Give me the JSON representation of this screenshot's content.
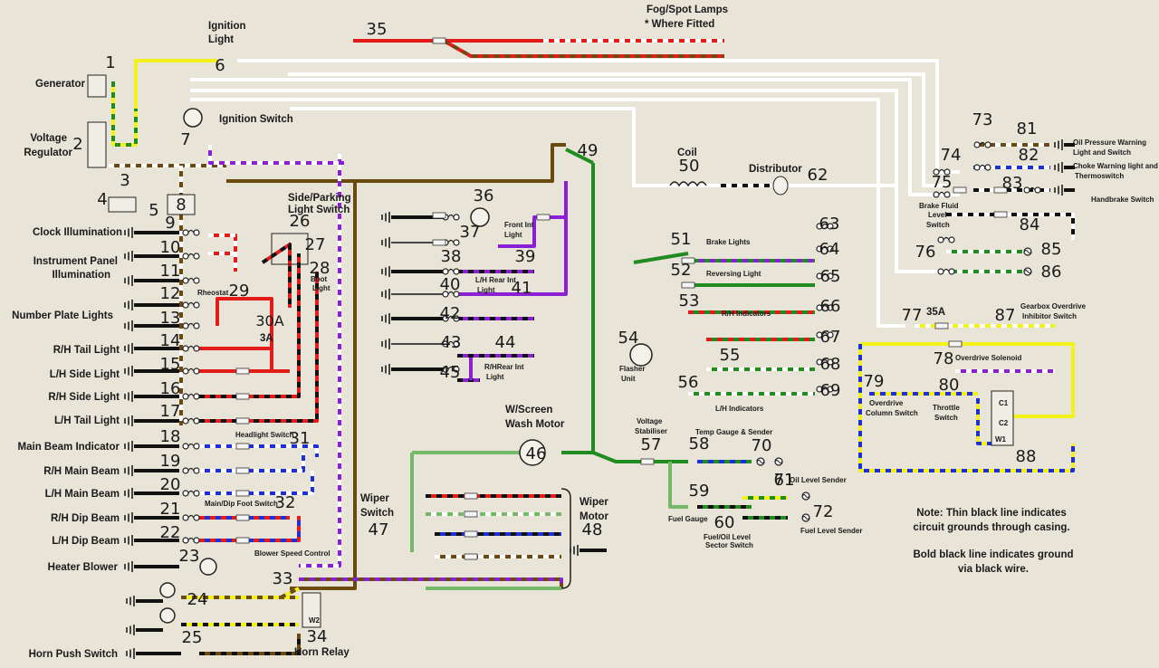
{
  "title_fog": "Fog/Spot Lamps",
  "title_fog_note": "* Where Fitted",
  "note": {
    "line1": "Note: Thin black line indicates",
    "line2": "circuit grounds through casing.",
    "line3": "Bold black line indicates ground",
    "line4": "via black wire."
  },
  "colors": {
    "red": "#e31b1b",
    "white": "#ffffff",
    "green": "#1e8c1e",
    "lightgreen": "#76b86a",
    "purple": "#8a1fd6",
    "brown": "#6b4a12",
    "blue": "#1f2fd6",
    "yellow": "#f2f21a",
    "black": "#111111",
    "paper": "#e8e4d8"
  },
  "left_labels": [
    {
      "id": "generator",
      "text": "Generator"
    },
    {
      "id": "voltage-regulator-1",
      "text": "Voltage"
    },
    {
      "id": "voltage-regulator-2",
      "text": "Regulator"
    },
    {
      "id": "clock",
      "text": "Clock Illumination"
    },
    {
      "id": "instrument-1",
      "text": "Instrument Panel"
    },
    {
      "id": "instrument-2",
      "text": "Illumination"
    },
    {
      "id": "number-plate",
      "text": "Number Plate Lights"
    },
    {
      "id": "rh-tail",
      "text": "R/H Tail Light"
    },
    {
      "id": "lh-side",
      "text": "L/H Side Light"
    },
    {
      "id": "rh-side",
      "text": "R/H Side Light"
    },
    {
      "id": "lh-tail",
      "text": "L/H Tail Light"
    },
    {
      "id": "main-beam-ind",
      "text": "Main Beam Indicator"
    },
    {
      "id": "rh-main",
      "text": "R/H Main Beam"
    },
    {
      "id": "lh-main",
      "text": "L/H Main Beam"
    },
    {
      "id": "rh-dip",
      "text": "R/H Dip Beam"
    },
    {
      "id": "lh-dip",
      "text": "L/H Dip Beam"
    },
    {
      "id": "heater",
      "text": "Heater Blower"
    },
    {
      "id": "horn-push",
      "text": "Horn Push Switch"
    }
  ],
  "labels": [
    {
      "id": "ignition-light-1",
      "text": "Ignition"
    },
    {
      "id": "ignition-light-2",
      "text": "Light"
    },
    {
      "id": "ignition-switch",
      "text": "Ignition Switch"
    },
    {
      "id": "side-parking-1",
      "text": "Side/Parking"
    },
    {
      "id": "side-parking-2",
      "text": "Light Switch"
    },
    {
      "id": "coil",
      "text": "Coil"
    },
    {
      "id": "distributor",
      "text": "Distributor"
    },
    {
      "id": "wscreen-1",
      "text": "W/Screen"
    },
    {
      "id": "wscreen-2",
      "text": "Wash Motor"
    },
    {
      "id": "wiper-switch-1",
      "text": "Wiper"
    },
    {
      "id": "wiper-switch-2",
      "text": "Switch"
    },
    {
      "id": "wiper-motor-1",
      "text": "Wiper"
    },
    {
      "id": "wiper-motor-2",
      "text": "Motor"
    },
    {
      "id": "horn-relay",
      "text": "Horn Relay"
    },
    {
      "id": "lbl-35a-ind",
      "text": "35A"
    },
    {
      "id": "lbl-3a",
      "text": "3A"
    }
  ],
  "small_labels": [
    {
      "id": "rheostat",
      "text": "Rheostat"
    },
    {
      "id": "boot-1",
      "text": "Boot"
    },
    {
      "id": "boot-2",
      "text": "Light"
    },
    {
      "id": "headlight-switch",
      "text": "Headlight Switch"
    },
    {
      "id": "main-dip",
      "text": "Main/Dip Foot Switch"
    },
    {
      "id": "blower-speed",
      "text": "Blower Speed Control"
    },
    {
      "id": "front-int-1",
      "text": "Front Int"
    },
    {
      "id": "front-int-2",
      "text": "Light"
    },
    {
      "id": "lh-rear-int-1",
      "text": "L/H Rear Int"
    },
    {
      "id": "lh-rear-int-2",
      "text": "Light"
    },
    {
      "id": "rh-rear-int-1",
      "text": "R/HRear Int"
    },
    {
      "id": "rh-rear-int-2",
      "text": "Light"
    },
    {
      "id": "brake-lights",
      "text": "Brake Lights"
    },
    {
      "id": "reversing",
      "text": "Reversing Light"
    },
    {
      "id": "rh-indicators",
      "text": "R/H Indicators"
    },
    {
      "id": "lh-indicators",
      "text": "L/H Indicators"
    },
    {
      "id": "flasher-1",
      "text": "Flasher"
    },
    {
      "id": "flasher-2",
      "text": "Unit"
    },
    {
      "id": "volt-stab-1",
      "text": "Voltage"
    },
    {
      "id": "volt-stab-2",
      "text": "Stabiliser"
    },
    {
      "id": "temp-gauge",
      "text": "Temp Gauge & Sender"
    },
    {
      "id": "oil-level",
      "text": "Oil Level Sender"
    },
    {
      "id": "fuel-gauge",
      "text": "Fuel Gauge"
    },
    {
      "id": "fuel-oil-1",
      "text": "Fuel/Oil Level"
    },
    {
      "id": "fuel-oil-2",
      "text": "Sector Switch"
    },
    {
      "id": "fuel-level",
      "text": "Fuel Level Sender"
    },
    {
      "id": "oil-press-1",
      "text": "Oil Pressure Warning"
    },
    {
      "id": "oil-press-2",
      "text": "Light and Switch"
    },
    {
      "id": "choke-1",
      "text": "Choke Warning light and"
    },
    {
      "id": "choke-2",
      "text": "Thermoswitch"
    },
    {
      "id": "handbrake",
      "text": "Handbrake Switch"
    },
    {
      "id": "brake-fluid-1",
      "text": "Brake Fluid"
    },
    {
      "id": "brake-fluid-2",
      "text": "Level"
    },
    {
      "id": "brake-fluid-3",
      "text": "Switch"
    },
    {
      "id": "gearbox-1",
      "text": "Gearbox Overdrive"
    },
    {
      "id": "gearbox-2",
      "text": "Inhibitor Switch"
    },
    {
      "id": "od-solenoid",
      "text": "Overdrive Solenoid"
    },
    {
      "id": "od-col-1",
      "text": "Overdrive"
    },
    {
      "id": "od-col-2",
      "text": "Column Switch"
    },
    {
      "id": "throttle-1",
      "text": "Throttle"
    },
    {
      "id": "throttle-2",
      "text": "Switch"
    },
    {
      "id": "relay-c1",
      "text": "C1"
    },
    {
      "id": "relay-c2",
      "text": "C2"
    },
    {
      "id": "relay-w1",
      "text": "W1"
    },
    {
      "id": "relay-w2",
      "text": "W2"
    }
  ],
  "numbers": [
    "1",
    "2",
    "3",
    "4",
    "5",
    "6",
    "7",
    "8",
    "9",
    "10",
    "11",
    "12",
    "13",
    "14",
    "15",
    "16",
    "17",
    "18",
    "19",
    "20",
    "21",
    "22",
    "23",
    "24",
    "25",
    "26",
    "27",
    "28",
    "29",
    "30",
    "31",
    "32",
    "33",
    "34",
    "35",
    "36",
    "37",
    "38",
    "39",
    "40",
    "41",
    "42",
    "43",
    "44",
    "45",
    "46",
    "47",
    "48",
    "49",
    "50",
    "51",
    "52",
    "53",
    "54",
    "55",
    "56",
    "57",
    "58",
    "59",
    "60",
    "61",
    "62",
    "63",
    "64",
    "65",
    "66",
    "67",
    "68",
    "69",
    "70",
    "71",
    "72",
    "73",
    "74",
    "75",
    "76",
    "77",
    "78",
    "79",
    "80",
    "81",
    "82",
    "83",
    "84",
    "85",
    "86",
    "87",
    "88",
    "30A",
    "35A"
  ]
}
